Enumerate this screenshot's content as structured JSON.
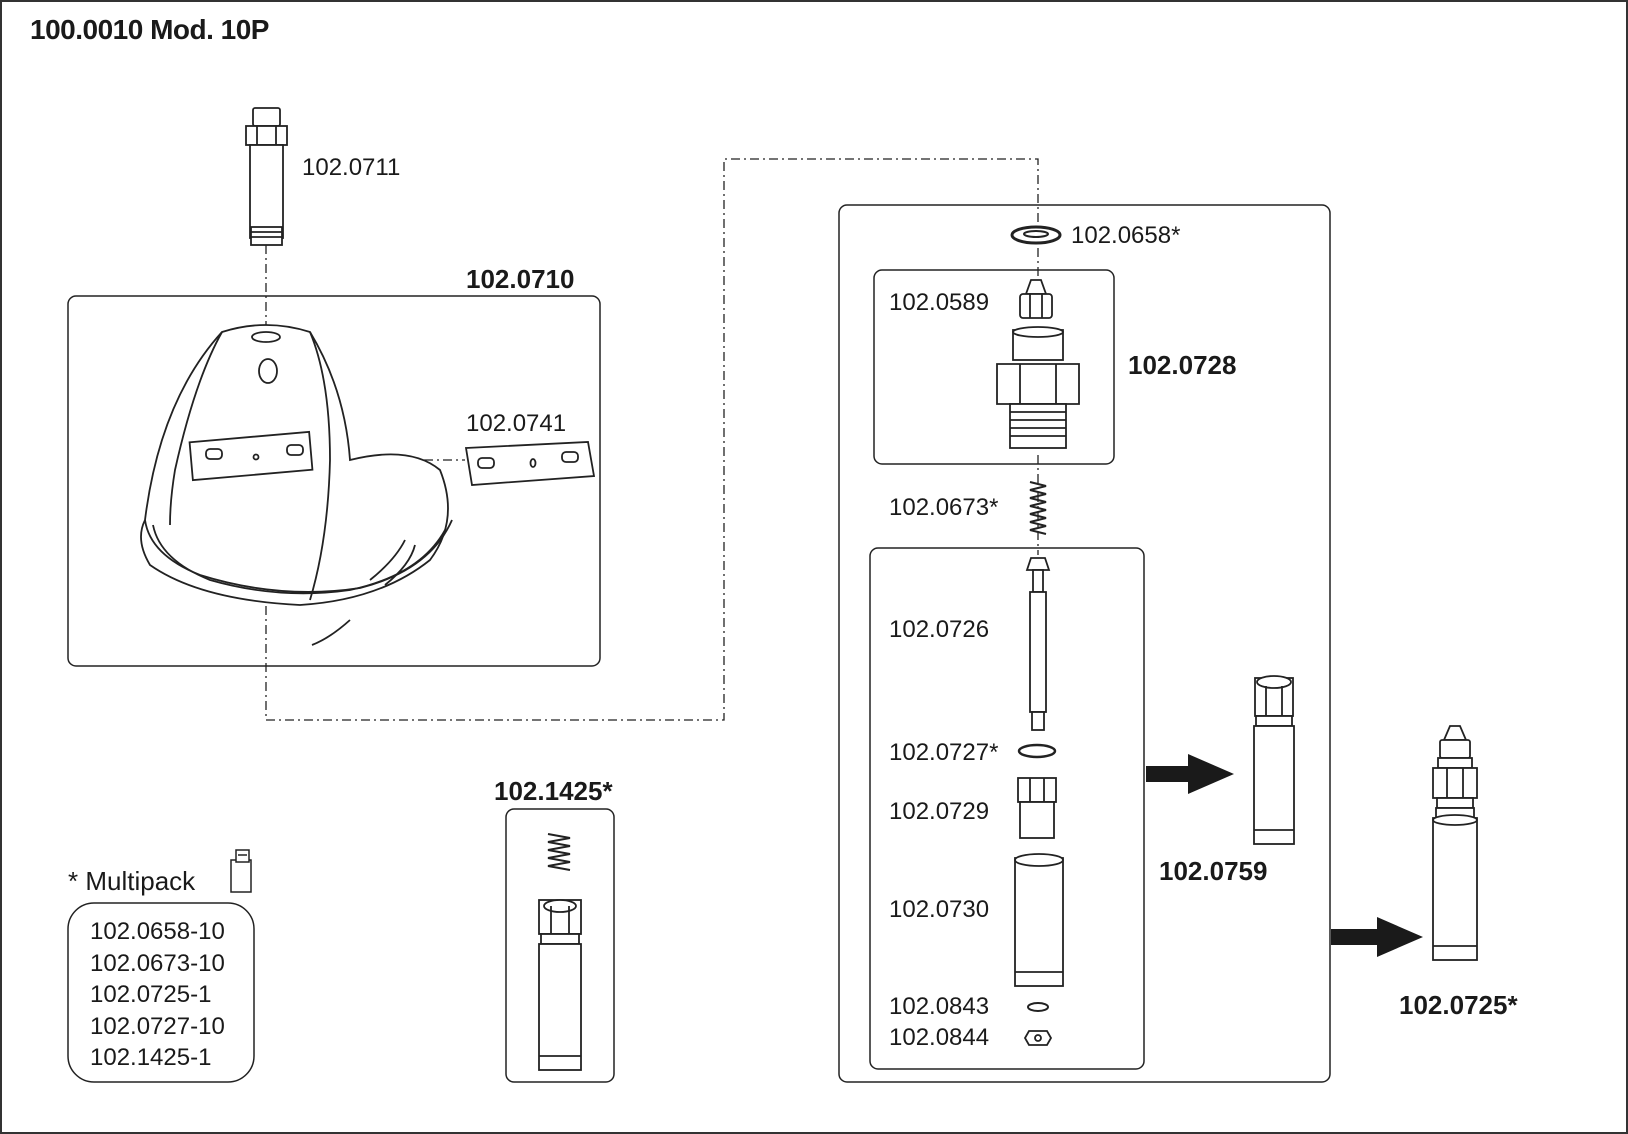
{
  "title": "100.0010 Mod. 10P",
  "bowl_assembly": {
    "inlet_pipe_label": "102.0711",
    "bowl_label": "102.0710",
    "bracket_label": "102.0741"
  },
  "valve_assembly": {
    "washer_label": "102.0658*",
    "nozzle_label": "102.0589",
    "valve_body_label": "102.0728",
    "spring_label": "102.0673*",
    "stem_label": "102.0726",
    "oring_label": "102.0727*",
    "nut_label": "102.0729",
    "sleeve_label": "102.0730",
    "small_washer_label": "102.0843",
    "small_nut_label": "102.0844",
    "sub_assembly_label": "102.0759",
    "complete_valve_label": "102.0725*"
  },
  "spring_kit": {
    "label": "102.1425*"
  },
  "multipack": {
    "title": "* Multipack",
    "items": [
      "102.0658-10",
      "102.0673-10",
      "102.0725-1",
      "102.0727-10",
      "102.1425-1"
    ]
  }
}
